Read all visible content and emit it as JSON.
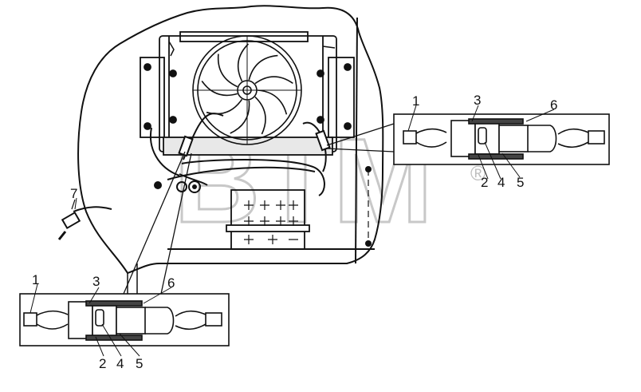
{
  "watermark": {
    "text": "BTM",
    "mark": "®"
  },
  "callouts": {
    "top_right": {
      "c1": "1",
      "c2": "2",
      "c3": "3",
      "c4": "4",
      "c5": "5",
      "c6": "6"
    },
    "bottom_left": {
      "c1": "1",
      "c2": "2",
      "c3": "3",
      "c4": "4",
      "c5": "5",
      "c6": "6"
    },
    "sensor": "7"
  },
  "icons": [
    "fan-icon",
    "connector-detail-icon",
    "battery-icon",
    "temperature-sensor-icon"
  ]
}
